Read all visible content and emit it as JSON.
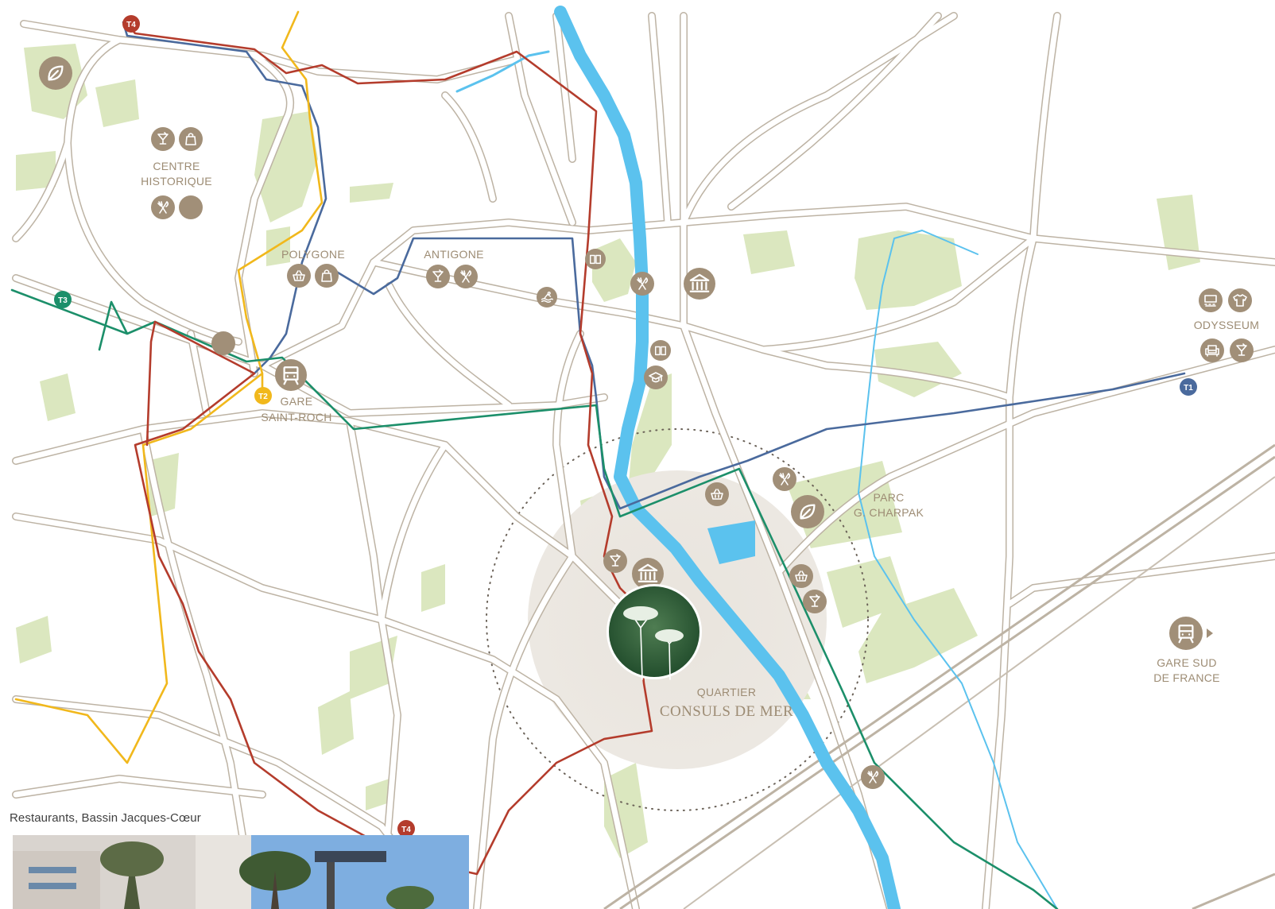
{
  "map": {
    "colors": {
      "road_casing": "#bdb3a4",
      "road_fill": "#ffffff",
      "park": "#dbe7bf",
      "river": "#5bc2ee",
      "poi": "#a18f78",
      "label": "#9d8c74",
      "tram_T1": "#4a6a9d",
      "tram_T2": "#f1b81c",
      "tram_T3": "#1c8f6a",
      "tram_T4": "#b43c2c",
      "project": "#2f5f3a"
    },
    "labels": {
      "centre_l1": "CENTRE",
      "centre_l2": "HISTORIQUE",
      "polygone": "POLYGONE",
      "antigone": "ANTIGONE",
      "gare_sr_l1": "GARE",
      "gare_sr_l2": "SAINT-ROCH",
      "parc_l1": "PARC",
      "parc_l2": "G. CHARPAK",
      "odysseum": "ODYSSEUM",
      "gare_sud_l1": "GARE SUD",
      "gare_sud_l2": "DE FRANCE",
      "quartier": "QUARTIER",
      "consuls": "CONSULS DE MER"
    },
    "tram_badges": {
      "t4_top": "T4",
      "t3": "T3",
      "t2": "T2",
      "t1": "T1",
      "t4_bottom": "T4"
    },
    "poi_icons": {
      "centre_top_left": "cocktail-icon",
      "centre_top_right": "shopping-bag-icon",
      "centre_bottom_left": "restaurant-icon",
      "centre_bottom_right": "blank-poi",
      "nw_park": "leaf-icon",
      "polygone_left": "basket-icon",
      "polygone_right": "shopping-bag-icon",
      "antigone_left": "cocktail-icon",
      "antigone_right": "restaurant-icon",
      "antigone_pool": "swimming-icon",
      "library_top": "library-icon",
      "restaurant_river": "restaurant-icon",
      "museum_river": "museum-icon",
      "library_mid": "library-icon",
      "university": "graduation-icon",
      "saint_roch_blank": "blank-poi",
      "gare_saint_roch": "train-icon",
      "consuls_basket": "basket-icon",
      "consuls_restaurant": "restaurant-icon",
      "parc_leaf": "leaf-icon",
      "consuls_cocktail_left": "cocktail-icon",
      "consuls_museum": "museum-icon",
      "consuls_basket_right": "basket-icon",
      "consuls_cocktail_right": "cocktail-icon",
      "south_restaurant": "restaurant-icon",
      "odysseum_cinema": "cinema-icon",
      "odysseum_shirt": "shirt-icon",
      "odysseum_sofa": "sofa-icon",
      "odysseum_cocktail": "cocktail-icon",
      "gare_sud": "train-icon"
    }
  },
  "photo": {
    "caption": "Restaurants, Bassin Jacques-Cœur"
  }
}
